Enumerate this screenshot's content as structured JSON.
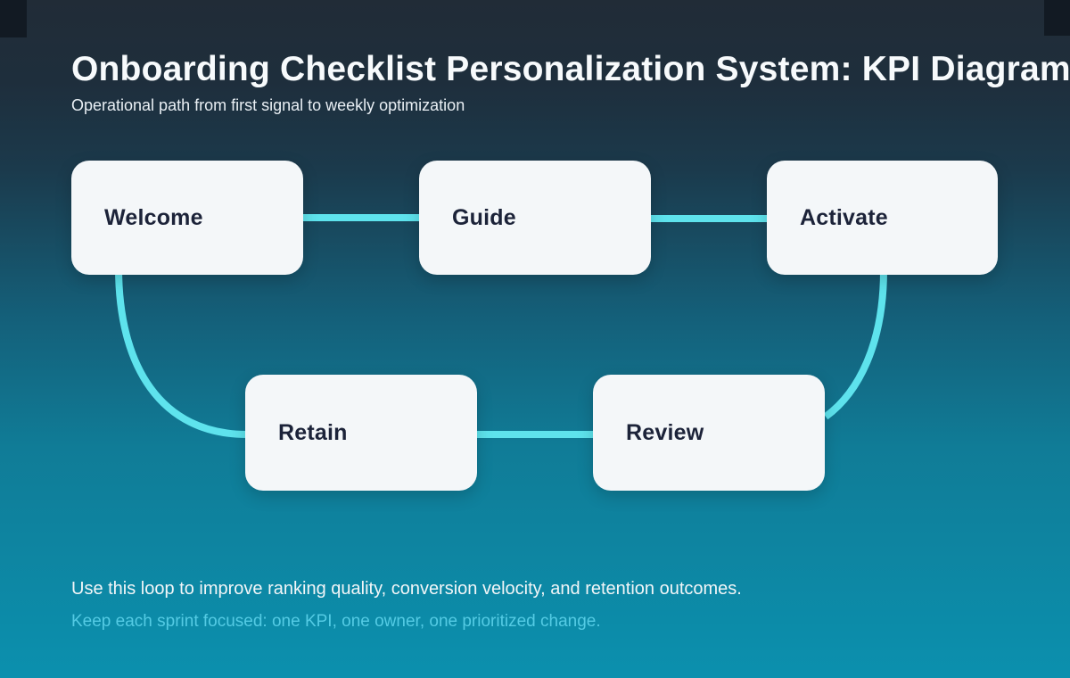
{
  "page": {
    "title": "Onboarding Checklist Personalization System: KPI Diagram",
    "subtitle": "Operational path from first signal to weekly optimization"
  },
  "diagram": {
    "nodes": [
      {
        "id": "welcome",
        "label": "Welcome"
      },
      {
        "id": "guide",
        "label": "Guide"
      },
      {
        "id": "activate",
        "label": "Activate"
      },
      {
        "id": "retain",
        "label": "Retain"
      },
      {
        "id": "review",
        "label": "Review"
      }
    ],
    "connections": [
      "welcome-to-guide",
      "guide-to-activate",
      "welcome-to-retain",
      "retain-to-review",
      "activate-to-review"
    ]
  },
  "footer": {
    "line1": "Use this loop to improve ranking quality, conversion velocity, and retention outcomes.",
    "line2": "Keep each sprint focused: one KPI, one owner, one prioritized change."
  },
  "colors": {
    "connector": "#5ee3ed",
    "node_bg": "#f4f7f9",
    "node_text": "#1c2339",
    "accent_text": "#54cbe4",
    "bg_top": "#212c37",
    "bg_bottom": "#0b90ae",
    "corner_block": "#121a23"
  }
}
